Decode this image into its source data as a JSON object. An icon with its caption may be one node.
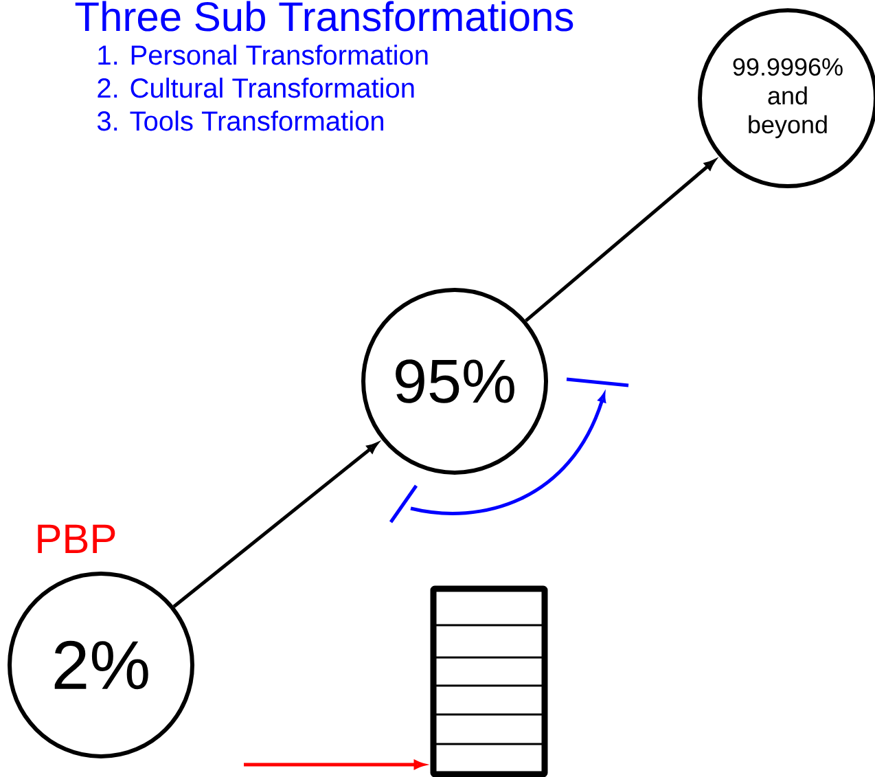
{
  "diagram": {
    "title": "Three Sub Transformations",
    "nodes": [
      {
        "text": [
          "2%"
        ],
        "beside": [
          "PBP"
        ]
      },
      {
        "text": [
          "95%"
        ]
      },
      {
        "text": [
          "99.9996% and beyond"
        ]
      },
      {
        "text": [],
        "shape": "box"
      }
    ],
    "edges": [
      {
        "from": 0,
        "to": 1,
        "arrow": "to"
      },
      {
        "from": 1,
        "to": 2,
        "arrow": "to"
      },
      {
        "from": null,
        "to": 3,
        "arrow": "to",
        "color": "#ff0000"
      }
    ],
    "labels": [
      "1. Personal Transformation",
      "2. Cultural Transformation",
      "3. Tools Transformation"
    ]
  }
}
